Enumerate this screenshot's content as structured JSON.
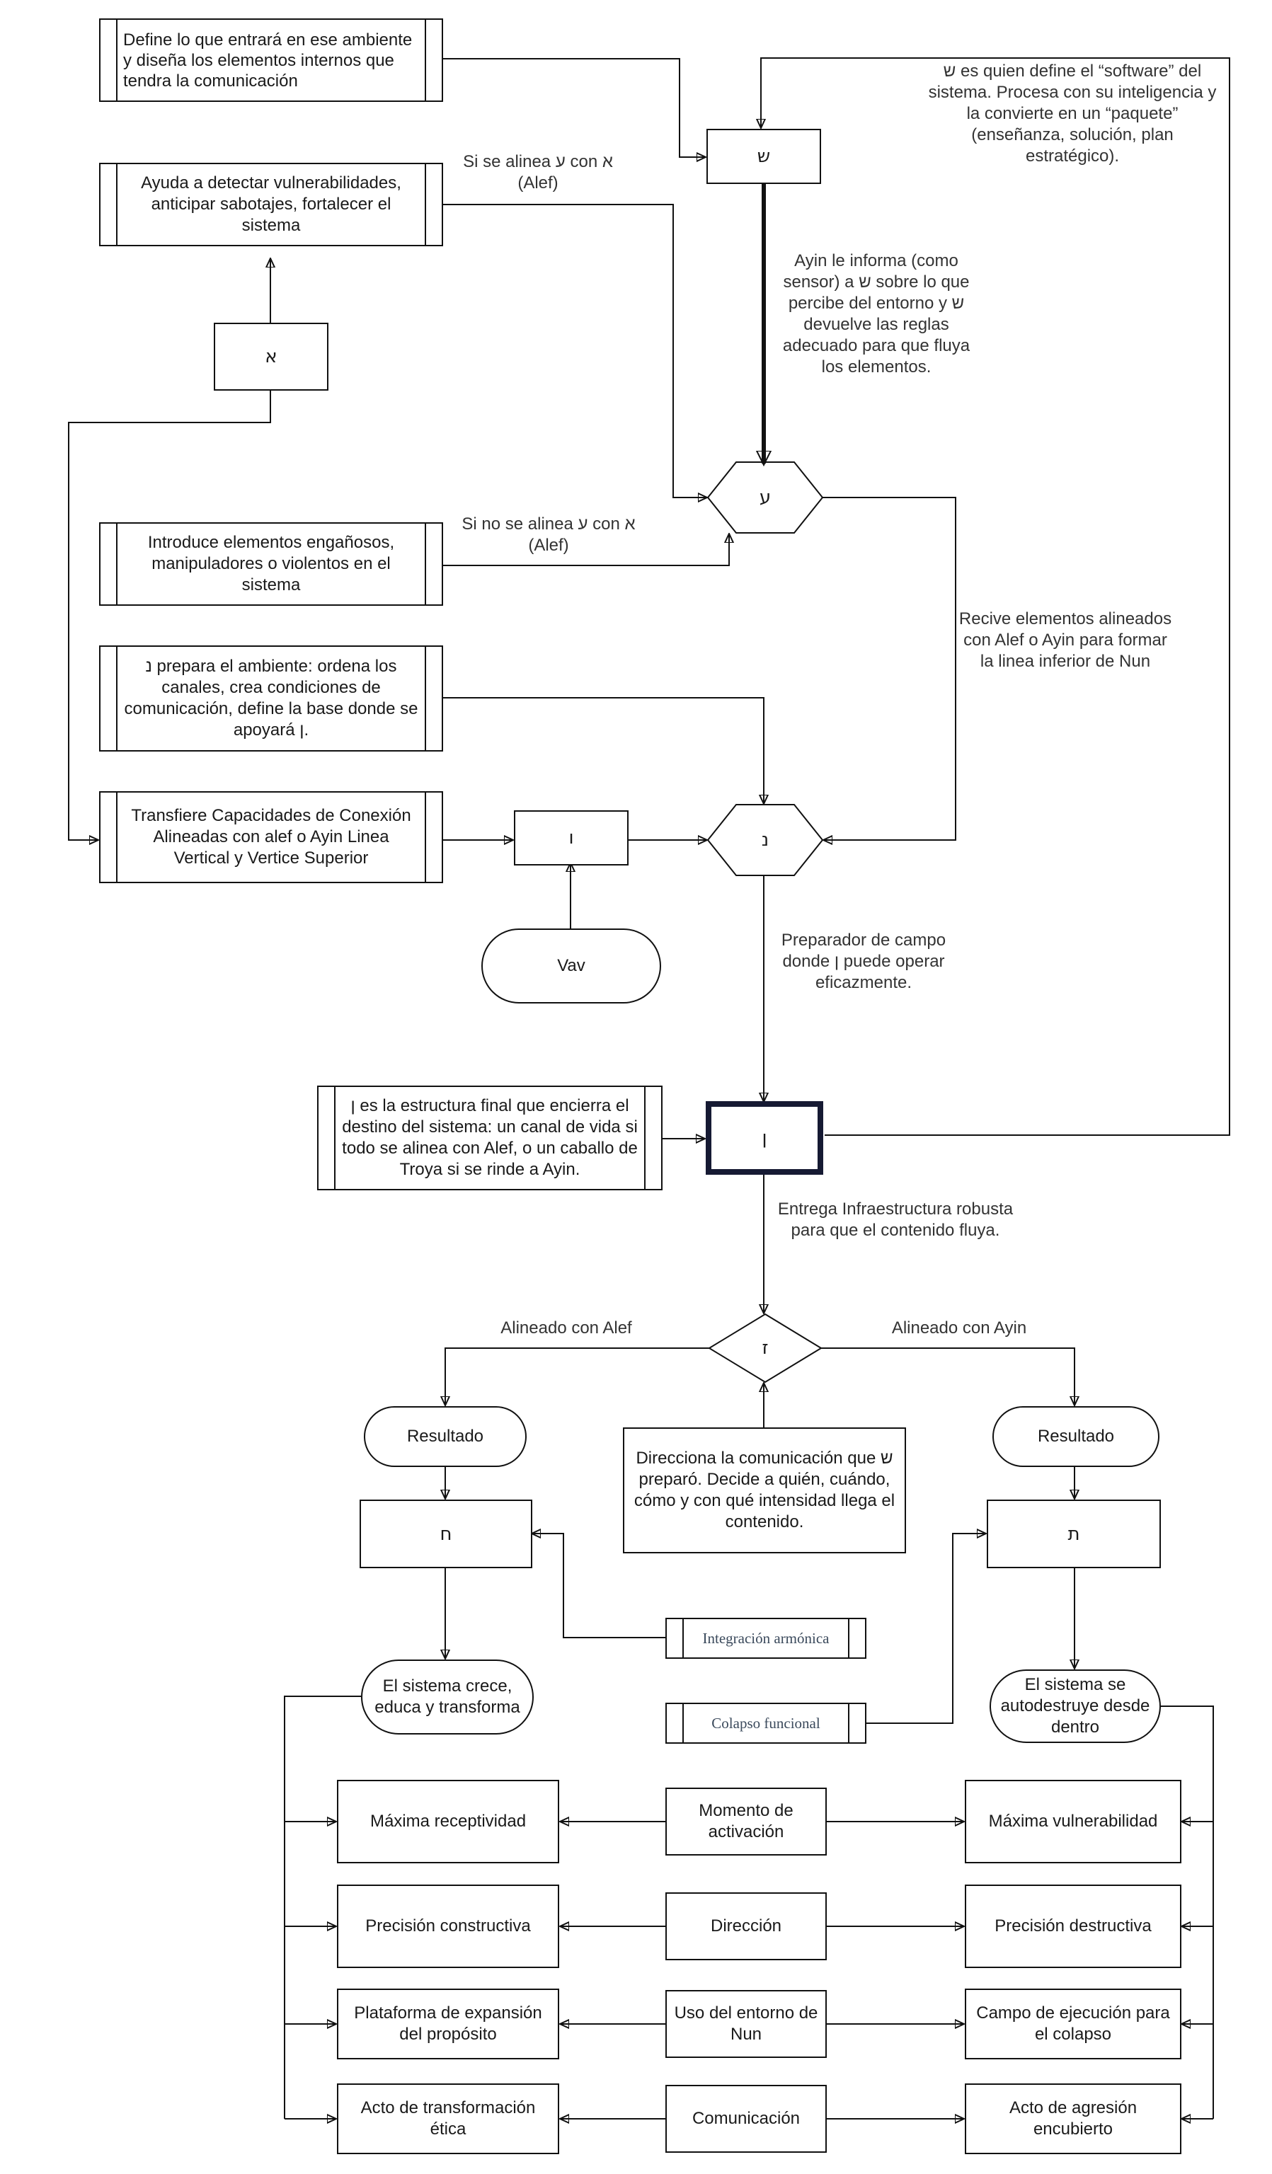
{
  "nodes": {
    "define_box": "Define lo que entrará en ese ambiente y diseña los elementos internos que tendra la comunicación",
    "shin_box": "ש",
    "shin_note": "ש es quien define el “software” del sistema. Procesa con su inteligencia y la convierte en un “paquete” (enseñanza, solución, plan estratégico).",
    "ayuda_box": "Ayuda a detectar vulnerabilidades, anticipar sabotajes, fortalecer el sistema",
    "alef_box": "א",
    "ayin_hex": "ע",
    "introduce_box": "Introduce elementos engañosos, manipuladores o violentos en el sistema",
    "nun_prepara_box": "נ prepara el ambiente: ordena los canales, crea condiciones de comunicación, define la base donde se apoyará ן.",
    "transfiere_box": "Transfiere Capacidades de Conexión Alineadas con alef o Ayin Linea Vertical y Vertice Superior",
    "vav_box": "ו",
    "vav_terminal": "Vav",
    "nun_hex": "נ",
    "nun_final_note_box": "ן es la estructura final que encierra el destino del sistema: un canal de vida si todo se alinea con Alef, o un caballo de Troya si se rinde a Ayin.",
    "nun_final_box": "ן",
    "zayin_diamond": "ז",
    "resultado_left": "Resultado",
    "resultado_right": "Resultado",
    "direcciona_box": "Direcciona la comunicación que ש preparó. Decide a quién, cuándo, cómo y con qué intensidad llega el contenido.",
    "het_box": "ח",
    "tav_box": "ת",
    "integracion_box": "Integración armónica",
    "colapso_box": "Colapso funcional",
    "crece_terminal": "El sistema crece, educa y transforma",
    "autodestruye_terminal": "El sistema se autodestruye desde dentro",
    "maxima_receptividad": "Máxima receptividad",
    "momento_activacion": "Momento de activación",
    "maxima_vulnerabilidad": "Máxima vulnerabilidad",
    "precision_constructiva": "Precisión constructiva",
    "direccion": "Dirección",
    "precision_destructiva": "Precisión destructiva",
    "plataforma_expansion": "Plataforma de expansión del propósito",
    "uso_entorno_nun": "Uso del entorno de Nun",
    "campo_ejecucion": "Campo de ejecución para el colapso",
    "acto_transformacion": "Acto de transformación ética",
    "comunicacion": "Comunicación",
    "acto_agresion": "Acto de agresión encubierto"
  },
  "labels": {
    "si_se_alinea": "Si se alinea ע con א (Alef)",
    "si_no_se_alinea": "Si no se alinea ע con א (Alef)",
    "ayin_informa": "Ayin le informa (como sensor) a ש sobre lo que percibe del entorno y ש devuelve las reglas adecuado para que fluya los elementos.",
    "recive_elementos": "Recive elementos alineados con Alef o Ayin para formar la linea inferior de Nun",
    "preparador_campo": "Preparador de campo donde ן puede operar eficazmente.",
    "entrega_infra": "Entrega Infraestructura robusta para que el contenido fluya.",
    "alineado_alef": "Alineado con Alef",
    "alineado_ayin": "Alineado con Ayin"
  }
}
